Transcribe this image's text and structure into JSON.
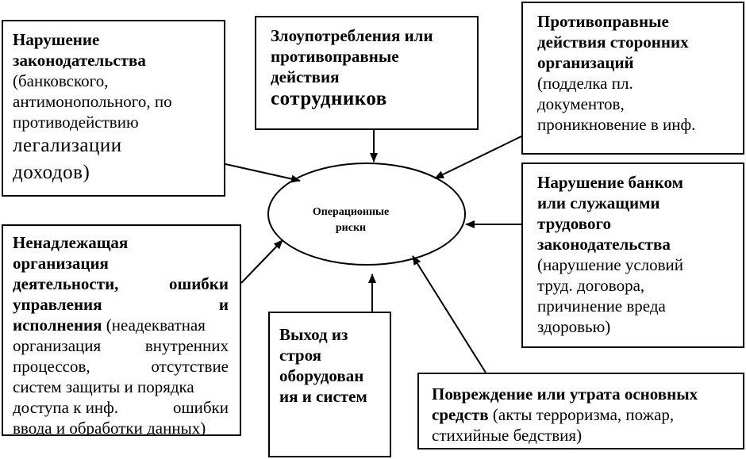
{
  "center": {
    "line1": "Операционные",
    "line2": "риски"
  },
  "boxes": {
    "law_violation": {
      "title_line1": "Нарушение",
      "title_line2": "законодательства",
      "detail_line1": "(банковского,",
      "detail_line2": "антимонопольного, по",
      "detail_line3": "противодействию",
      "detail_line4": "легализации",
      "detail_line5": "доходов)"
    },
    "employee_abuse": {
      "line1": "Злоупотребления или",
      "line2": "противоправные",
      "line3": "действия",
      "line4": "сотрудников"
    },
    "third_party": {
      "title_line1": "Противоправные",
      "title_line2": "действия сторонних",
      "title_line3": "организаций",
      "detail_line1": "(подделка пл.",
      "detail_line2": "документов,",
      "detail_line3": "проникновение в инф."
    },
    "labor_law": {
      "title_line1": "Нарушение банком",
      "title_line2": "или служащими",
      "title_line3": "трудового",
      "title_line4": "законодательства",
      "detail_line1": "(нарушение условий",
      "detail_line2": "труд. договора,",
      "detail_line3": "причинение вреда",
      "detail_line4": "здоровью)"
    },
    "improper_org": {
      "title_line1": "Ненадлежащая",
      "title_line2": "организация",
      "title_line3_a": "деятельности,",
      "title_line3_b": "ошибки",
      "title_line4_a": "управления",
      "title_line4_b": "и",
      "title_line5": "исполнения",
      "detail_line5": "(неадекватная",
      "detail_line6_a": "организация",
      "detail_line6_b": "внутренних",
      "detail_line7_a": "процессов,",
      "detail_line7_b": "отсутствие",
      "detail_line8": "систем защиты и порядка",
      "detail_line9_a": "доступа к инф.",
      "detail_line9_b": "ошибки",
      "detail_line10": "ввода и обработки данных)"
    },
    "equipment": {
      "line1": "Выход из",
      "line2": "строя",
      "line3": "оборудован",
      "line4": "ия и систем"
    },
    "asset_loss": {
      "title_line1": "Повреждение или утрата основных",
      "title_line2": "средств",
      "detail_line2": "(акты терроризма, пожар,",
      "detail_line3": "стихийные бедствия)"
    }
  }
}
